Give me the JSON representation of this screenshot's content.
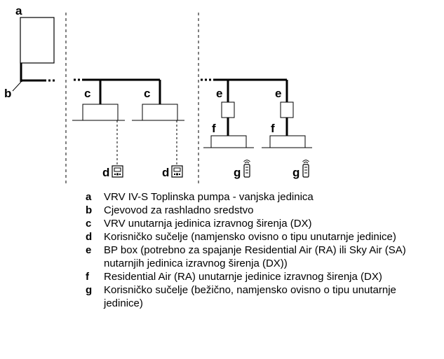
{
  "diagram": {
    "labels": {
      "a": "a",
      "b": "b",
      "c1": "c",
      "c2": "c",
      "d1": "d",
      "d2": "d",
      "e1": "e",
      "e2": "e",
      "f1": "f",
      "f2": "f",
      "g1": "g",
      "g2": "g"
    },
    "icons": {
      "wired_controller": "wired-remote-controller-icon",
      "wireless_controller": "wireless-remote-controller-icon"
    }
  },
  "legend": [
    {
      "letter": "a",
      "text": "VRV IV-S Toplinska pumpa - vanjska jedinica"
    },
    {
      "letter": "b",
      "text": "Cjevovod za rashladno sredstvo"
    },
    {
      "letter": "c",
      "text": "VRV unutarnja jedinica izravnog širenja (DX)"
    },
    {
      "letter": "d",
      "text": "Korisničko sučelje (namjensko ovisno o tipu unutarnje jedinice)"
    },
    {
      "letter": "e",
      "text": "BP box (potrebno za spajanje Residential Air (RA) ili Sky Air (SA) nutarnjih jedinica izravnog širenja (DX))"
    },
    {
      "letter": "f",
      "text": "Residential Air (RA) unutarnje jedinice izravnog širenja (DX)"
    },
    {
      "letter": "g",
      "text": "Korisničko sučelje (bežično, namjensko ovisno o tipu unutarnje jedinice)"
    }
  ]
}
